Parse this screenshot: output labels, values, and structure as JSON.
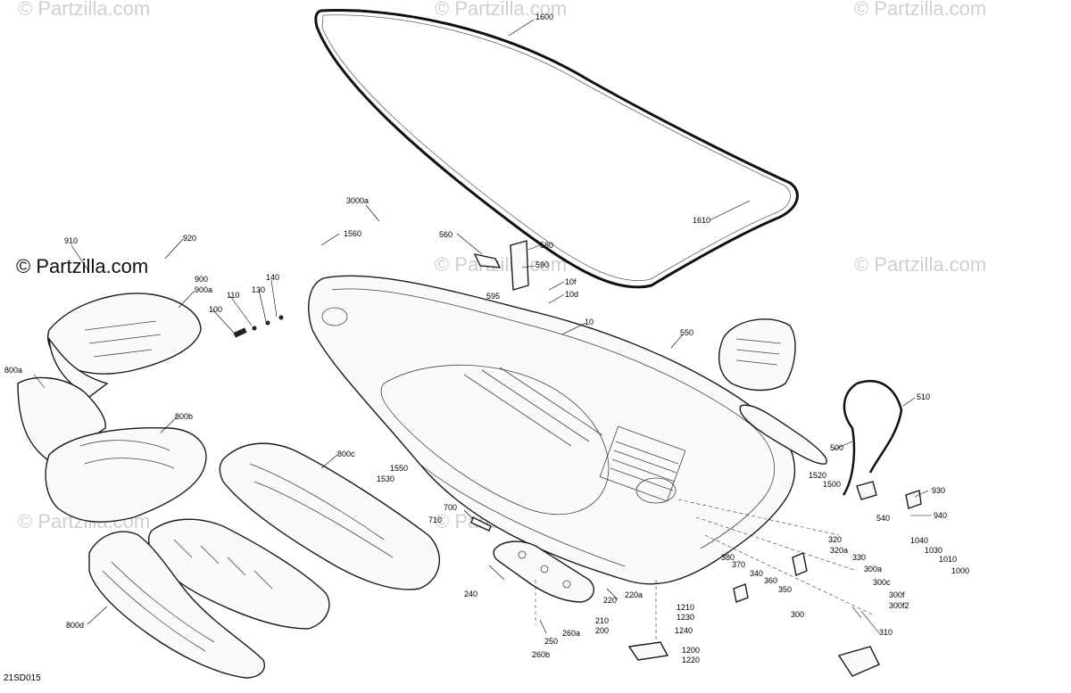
{
  "watermarks": [
    "© Partzilla.com",
    "© Partzilla.com",
    "© Partzilla.com",
    "© Partzilla.com",
    "© Partzilla.com",
    "© Partzilla.com",
    "© Partzilla.com"
  ],
  "brand_logo": "© Partzilla.com",
  "diagram_code": "21SD015",
  "callouts": [
    "1600",
    "1610",
    "3000a",
    "1560",
    "560",
    "580",
    "590",
    "595",
    "10f",
    "10d",
    "10",
    "920",
    "910",
    "900",
    "900a",
    "140",
    "130",
    "110",
    "100",
    "800a",
    "800b",
    "800c",
    "800d",
    "550",
    "510",
    "500",
    "1520",
    "1500",
    "930",
    "540",
    "940",
    "1550",
    "1530",
    "700",
    "710",
    "320",
    "320a",
    "330",
    "1040",
    "1030",
    "1010",
    "1000",
    "300a",
    "300c",
    "300f",
    "300f2",
    "300",
    "310",
    "380",
    "370",
    "340",
    "360",
    "350",
    "1210",
    "1230",
    "1240",
    "1200",
    "1220",
    "240",
    "220",
    "220a",
    "210",
    "200",
    "260a",
    "250",
    "260b"
  ],
  "colors": {
    "line": "#1a1a1a",
    "watermark": "#cfcfcf",
    "background": "#ffffff"
  }
}
